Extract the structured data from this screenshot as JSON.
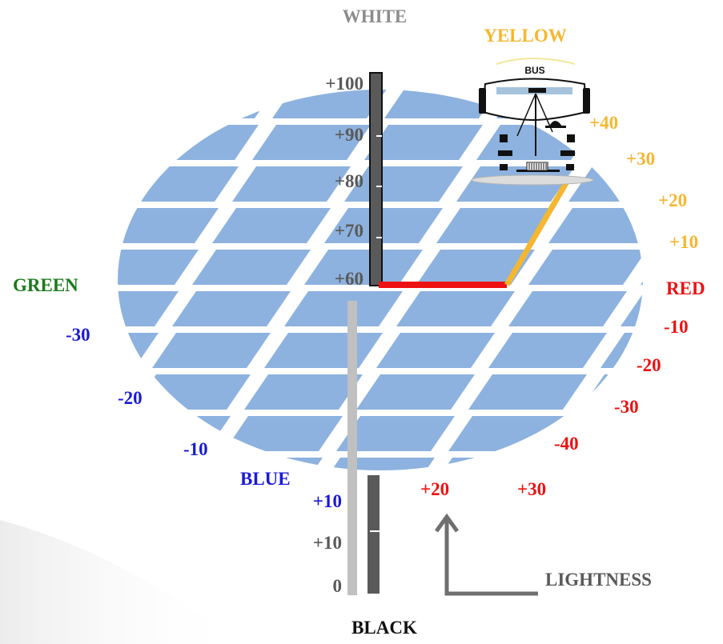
{
  "poles": {
    "white": "WHITE",
    "yellow": "YELLOW",
    "green": "GREEN",
    "red": "RED",
    "blue": "BLUE",
    "black": "BLACK",
    "lightness": "LIGHTNESS"
  },
  "upper_scale": [
    "+100",
    "+90",
    "+80",
    "+70",
    "+60"
  ],
  "lower_scale": [
    "+10",
    "+10",
    "0"
  ],
  "yellow_ticks": [
    "+40",
    "+30",
    "+20",
    "+10"
  ],
  "red_ticks": [
    "-10",
    "-20",
    "-30",
    "-40"
  ],
  "red_bottom_ticks": [
    "+20",
    "+30"
  ],
  "blue_ticks": [
    "-30",
    "-20",
    "-10"
  ],
  "blue_value": "+10",
  "bus": {
    "label": "BUS"
  },
  "colors": {
    "white_label": "#8c8c8c",
    "gray_text": "#595959",
    "yellow": "#f5b731",
    "green": "#1a7a1a",
    "red": "#ee1111",
    "blue": "#1a1ad6",
    "grid_tile": "#8db2df",
    "scale_bar": "#5a5a5a",
    "light_bar": "#c0c0c0"
  }
}
